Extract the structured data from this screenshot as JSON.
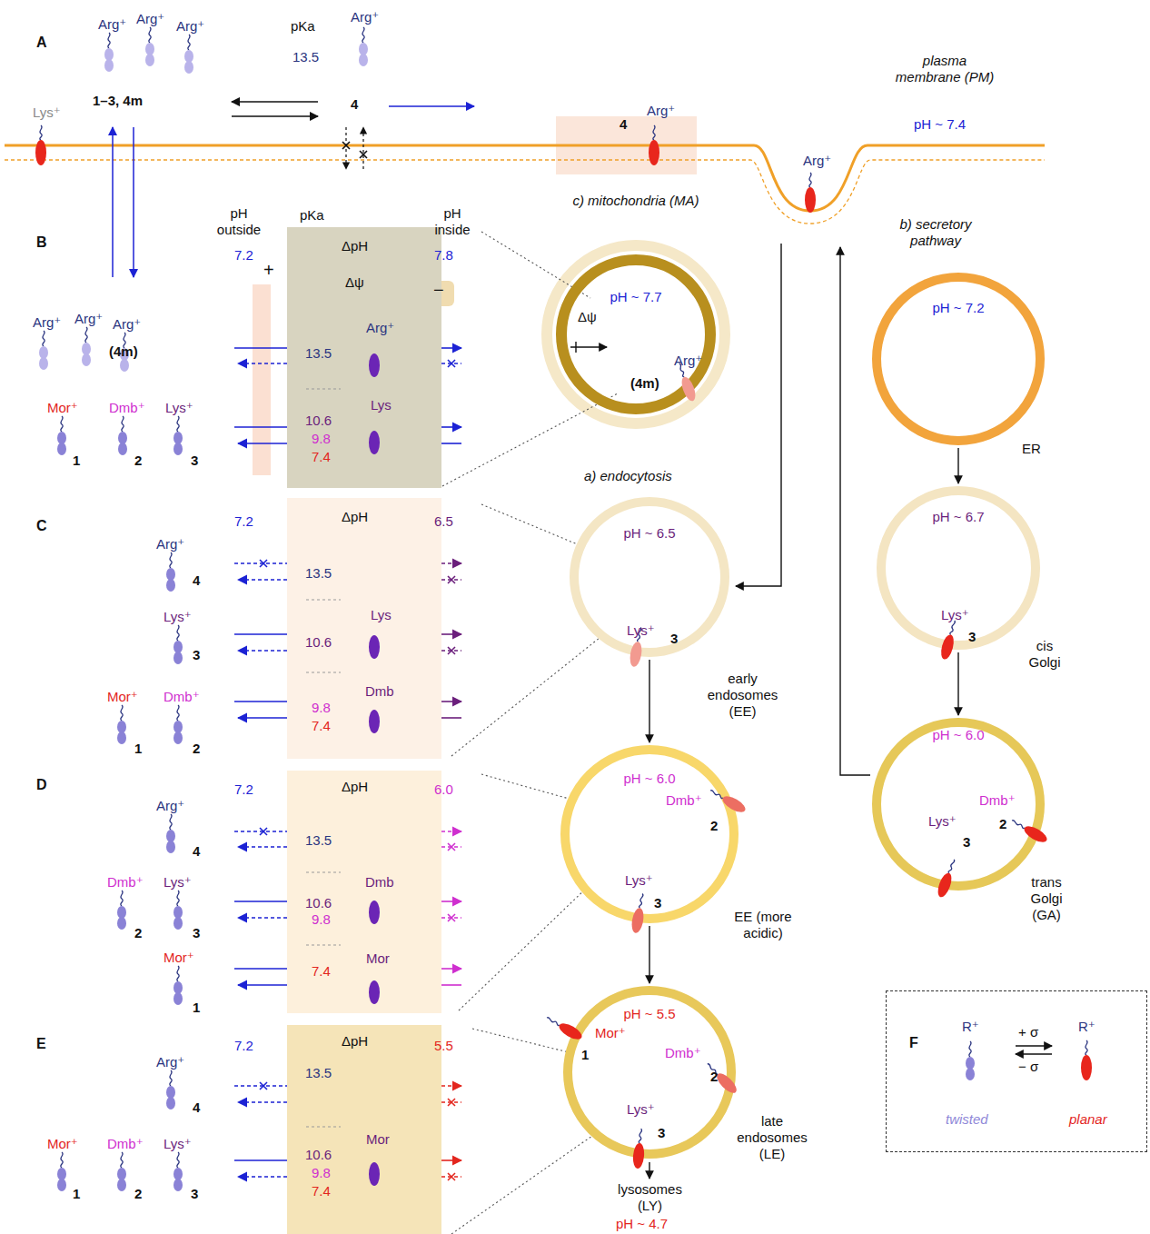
{
  "diagram": {
    "nodes": [
      {
        "text": [
          "ΔpH",
          "Δψ",
          "Arg⁺",
          "13.5",
          "Lys",
          "10.6",
          "9.8",
          "7.4"
        ]
      },
      {
        "text": [
          "ΔpH",
          "13.5",
          "Lys",
          "10.6",
          "Dmb",
          "9.8",
          "7.4"
        ]
      },
      {
        "text": [
          "ΔpH",
          "13.5",
          "Dmb",
          "10.6",
          "9.8",
          "Mor",
          "7.4"
        ]
      },
      {
        "text": [
          "ΔpH",
          "13.5",
          "Mor",
          "10.6",
          "9.8",
          "7.4"
        ]
      },
      {
        "text": [
          "pH ~ 7.7"
        ]
      },
      {
        "text": [
          "pH ~ 6.5"
        ]
      },
      {
        "text": [
          "pH ~ 6.0"
        ]
      },
      {
        "text": [
          "pH ~ 5.5"
        ]
      },
      {
        "text": [
          "pH ~ 7.2"
        ]
      },
      {
        "text": [
          "pH ~ 6.7"
        ]
      },
      {
        "text": [
          "pH ~ 6.0"
        ]
      },
      {
        "text": [
          "F",
          "R⁺",
          "+ σ",
          "− σ",
          "R⁺",
          "twisted",
          "planar"
        ]
      }
    ],
    "edges": [
      {
        "from": 5,
        "to": 6,
        "arrow": "to"
      },
      {
        "from": 6,
        "to": 7,
        "arrow": "to"
      },
      {
        "from": 8,
        "to": 9,
        "arrow": "to"
      },
      {
        "from": 9,
        "to": 10,
        "arrow": "to"
      }
    ],
    "labels": [
      "A",
      "Arg⁺",
      "Arg⁺",
      "Arg⁺",
      "1–3, 4m",
      "pKa",
      "13.5",
      "Arg⁺",
      "4",
      "Lys⁺",
      "4",
      "Arg⁺",
      "Arg⁺",
      "plasma membrane (PM)",
      "pH ~ 7.4",
      "B",
      "pH outside",
      "pKa",
      "pH inside",
      "7.2",
      "7.8",
      "+",
      "−",
      "Arg⁺",
      "Arg⁺",
      "Arg⁺",
      "(4m)",
      "Mor⁺",
      "Dmb⁺",
      "Lys⁺",
      "1",
      "2",
      "3",
      "C",
      "7.2",
      "6.5",
      "Arg⁺",
      "4",
      "Lys⁺",
      "3",
      "Mor⁺",
      "Dmb⁺",
      "1",
      "2",
      "D",
      "7.2",
      "6.0",
      "Arg⁺",
      "4",
      "Dmb⁺",
      "Lys⁺",
      "2",
      "3",
      "Mor⁺",
      "1",
      "E",
      "7.2",
      "5.5",
      "Arg⁺",
      "4",
      "Mor⁺",
      "Dmb⁺",
      "Lys⁺",
      "1",
      "2",
      "3",
      "c) mitochondria (MA)",
      "Δψ",
      "Arg⁺",
      "(4m)",
      "a) endocytosis",
      "Lys⁺",
      "3",
      "early endosomes (EE)",
      "Dmb⁺",
      "2",
      "Lys⁺",
      "3",
      "EE (more acidic)",
      "Mor⁺",
      "1",
      "Dmb⁺",
      "2",
      "Lys⁺",
      "3",
      "late endosomes (LE)",
      "lysosomes (LY)",
      "pH ~ 4.7",
      "b) secretory pathway",
      "ER",
      "Lys⁺",
      "3",
      "cis Golgi",
      "Dmb⁺",
      "Lys⁺",
      "2",
      "3",
      "trans Golgi (GA)"
    ]
  }
}
